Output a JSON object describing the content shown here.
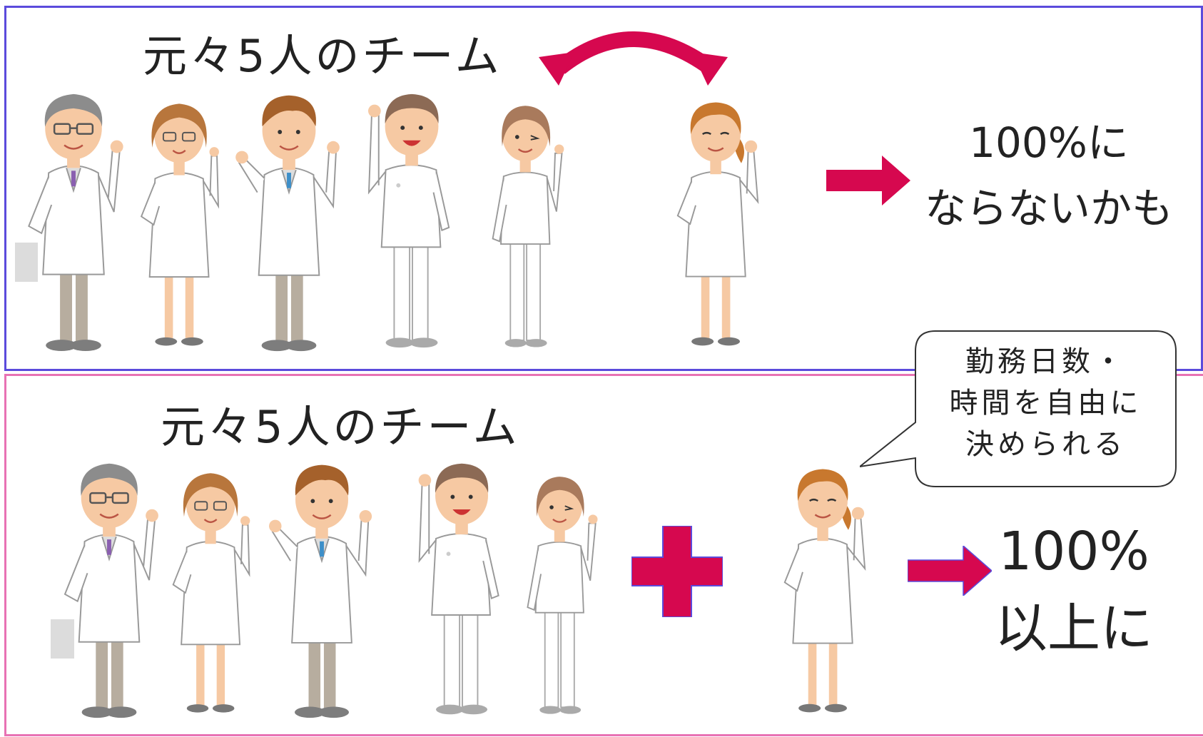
{
  "top_panel": {
    "title": "元々5人のチーム",
    "result_line1": "100%に",
    "result_line2": "ならないかも"
  },
  "bottom_panel": {
    "title": "元々5人のチーム",
    "speech_bubble": {
      "line1": "勤務日数・",
      "line2": "時間を自由に",
      "line3": "決められる"
    },
    "result_line1": "100%",
    "result_line2": "以上に"
  },
  "colors": {
    "top_border": "#5b4bdc",
    "bottom_border": "#e872b4",
    "accent": "#d6084f"
  },
  "icons": [
    "swap-arrow-icon",
    "right-arrow-icon",
    "plus-icon",
    "speech-bubble-icon"
  ]
}
